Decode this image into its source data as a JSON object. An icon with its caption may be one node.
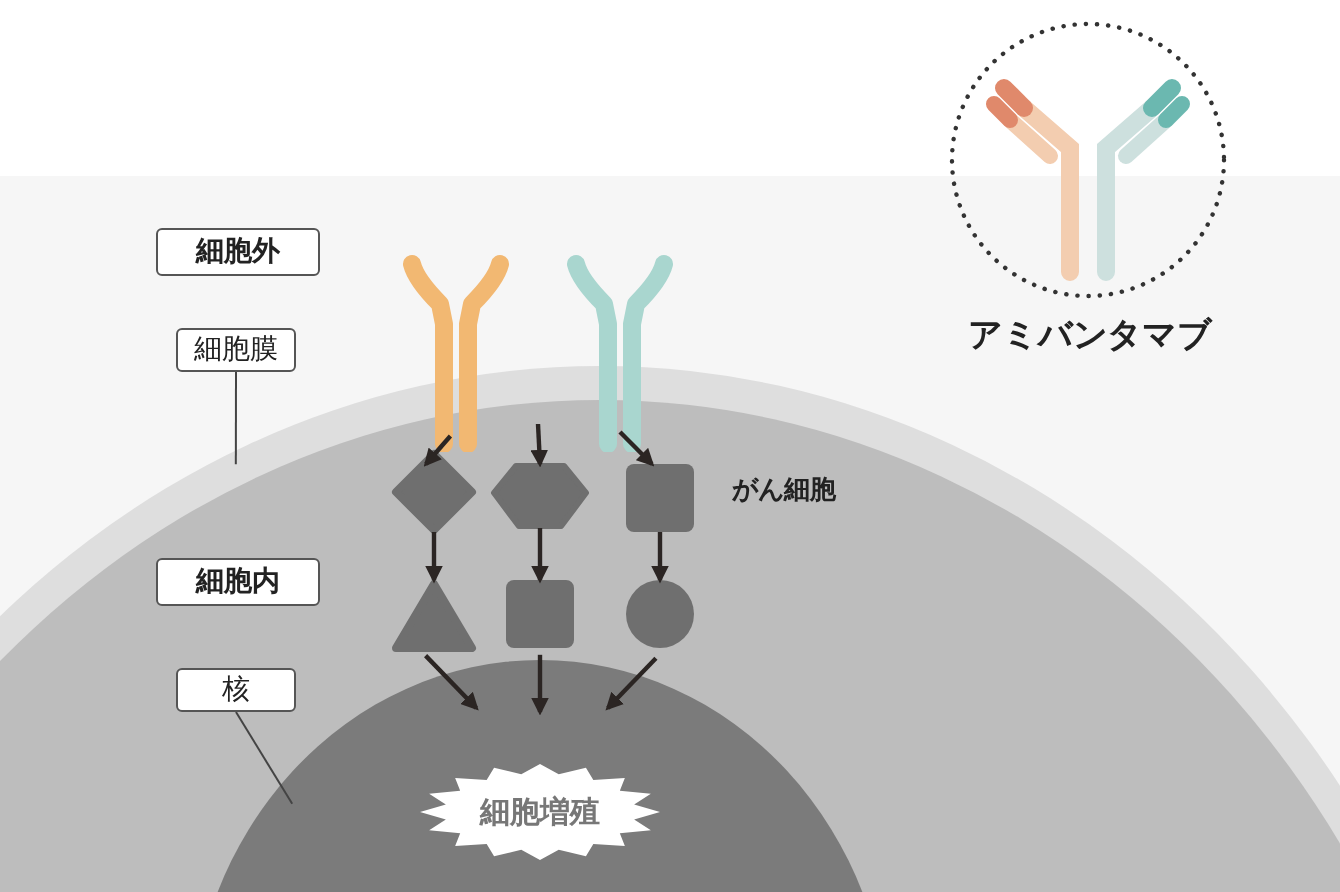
{
  "diagram": {
    "nodes": [
      {
        "text": [
          "細胞外"
        ]
      },
      {
        "text": [
          "細胞膜"
        ]
      },
      {
        "text": [
          "細胞内"
        ],
        "in": 4
      },
      {
        "text": [
          "核"
        ],
        "in": 4
      },
      {
        "text": [
          "がん細胞"
        ]
      },
      {
        "text": [],
        "shape": "circle",
        "in": 4
      },
      {
        "text": [
          "細胞増殖"
        ],
        "in": 5
      },
      {
        "text": [],
        "shape": "picture"
      },
      {
        "text": [],
        "shape": "picture"
      },
      {
        "text": [],
        "shape": "diamond",
        "in": 4
      },
      {
        "text": [],
        "shape": "hexagon",
        "in": 4
      },
      {
        "text": [],
        "shape": "box",
        "in": 4
      },
      {
        "text": [],
        "shape": "triangle",
        "in": 4
      },
      {
        "text": [],
        "shape": "box",
        "in": 4
      },
      {
        "text": [],
        "shape": "circle",
        "in": 4
      },
      {
        "text": [
          "アミバンタマブ"
        ]
      }
    ],
    "edges": [
      {
        "from": 7,
        "to": 9,
        "arrow": "to"
      },
      {
        "from": null,
        "to": 10,
        "arrow": "to"
      },
      {
        "from": 8,
        "to": 11,
        "arrow": "to"
      },
      {
        "from": 9,
        "to": 12,
        "arrow": "to"
      },
      {
        "from": 10,
        "to": 13,
        "arrow": "to"
      },
      {
        "from": 11,
        "to": 14,
        "arrow": "to"
      },
      {
        "from": 12,
        "to": 5,
        "arrow": "to"
      },
      {
        "from": 13,
        "to": 5,
        "arrow": "to"
      },
      {
        "from": 14,
        "to": 5,
        "arrow": "to"
      },
      {
        "from": 1,
        "to": 4,
        "arrow": "none"
      },
      {
        "from": 3,
        "to": 5,
        "arrow": "none"
      }
    ]
  }
}
